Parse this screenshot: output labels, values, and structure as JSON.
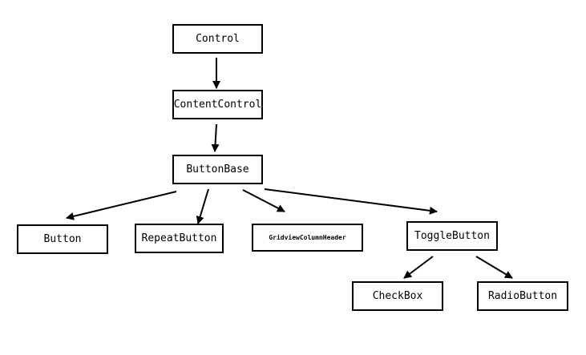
{
  "nodes": {
    "control": "Control",
    "content_control": "ContentControl",
    "button_base": "ButtonBase",
    "button": "Button",
    "repeat_button": "RepeatButton",
    "gridview_column_header": "GridviewColumnHeader",
    "toggle_button": "ToggleButton",
    "check_box": "CheckBox",
    "radio_button": "RadioButton"
  },
  "edges": [
    [
      "control",
      "content_control"
    ],
    [
      "content_control",
      "button_base"
    ],
    [
      "button_base",
      "button"
    ],
    [
      "button_base",
      "repeat_button"
    ],
    [
      "button_base",
      "gridview_column_header"
    ],
    [
      "button_base",
      "toggle_button"
    ],
    [
      "toggle_button",
      "check_box"
    ],
    [
      "toggle_button",
      "radio_button"
    ]
  ],
  "colors": {
    "stroke": "#000000",
    "background": "#ffffff"
  }
}
